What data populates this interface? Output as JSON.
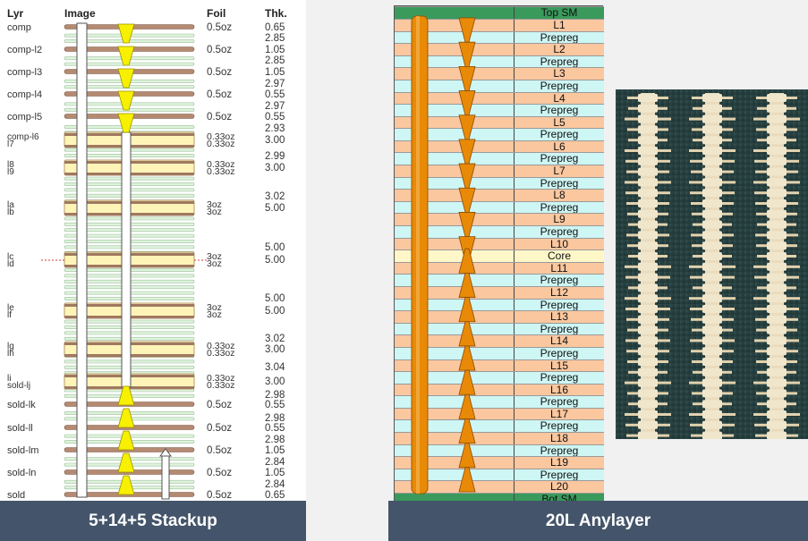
{
  "left_stackup": {
    "headers": {
      "layer": "Lyr",
      "image": "Image",
      "foil": "Foil",
      "thickness": "Thk."
    },
    "layer_rows": [
      {
        "names": [
          "comp"
        ],
        "foil": [
          "0.5oz"
        ],
        "thk": "0.65"
      },
      {
        "names": [
          "comp-l2"
        ],
        "foil": [
          "0.5oz"
        ],
        "thk": "1.05"
      },
      {
        "names": [
          "comp-l3"
        ],
        "foil": [
          "0.5oz"
        ],
        "thk": "1.05"
      },
      {
        "names": [
          "comp-l4"
        ],
        "foil": [
          "0.5oz"
        ],
        "thk": "0.55"
      },
      {
        "names": [
          "comp-l5"
        ],
        "foil": [
          "0.5oz"
        ],
        "thk": "0.55"
      },
      {
        "names": [
          "comp-l6",
          "l7"
        ],
        "foil": [
          "0.33oz",
          "0.33oz"
        ],
        "thk": "3.00"
      },
      {
        "names": [
          "l8",
          "l9"
        ],
        "foil": [
          "0.33oz",
          "0.33oz"
        ],
        "thk": "3.00"
      },
      {
        "names": [
          "la",
          "lb"
        ],
        "foil": [
          "3oz",
          "3oz"
        ],
        "thk": "5.00"
      },
      {
        "names": [
          "lc",
          "ld"
        ],
        "foil": [
          "3oz",
          "3oz"
        ],
        "thk": "5.00"
      },
      {
        "names": [
          "le",
          "lf"
        ],
        "foil": [
          "3oz",
          "3oz"
        ],
        "thk": "5.00"
      },
      {
        "names": [
          "lg",
          "lh"
        ],
        "foil": [
          "0.33oz",
          "0.33oz"
        ],
        "thk": "3.00"
      },
      {
        "names": [
          "li",
          "sold-lj"
        ],
        "foil": [
          "0.33oz",
          "0.33oz"
        ],
        "thk": "3.00"
      },
      {
        "names": [
          "sold-lk"
        ],
        "foil": [
          "0.5oz"
        ],
        "thk": "0.55"
      },
      {
        "names": [
          "sold-ll"
        ],
        "foil": [
          "0.5oz"
        ],
        "thk": "0.55"
      },
      {
        "names": [
          "sold-lm"
        ],
        "foil": [
          "0.5oz"
        ],
        "thk": "1.05"
      },
      {
        "names": [
          "sold-ln"
        ],
        "foil": [
          "0.5oz"
        ],
        "thk": "1.05"
      },
      {
        "names": [
          "sold"
        ],
        "foil": [
          "0.5oz"
        ],
        "thk": "0.65"
      }
    ],
    "dielectric_thk": [
      "2.85",
      "2.85",
      "2.97",
      "2.97",
      "2.93",
      "2.99",
      "3.02",
      "5.00",
      "5.00",
      "3.02",
      "3.04",
      "2.98",
      "2.98",
      "2.98",
      "2.84",
      "2.84"
    ],
    "caption": "5+14+5 Stackup"
  },
  "right_stackup": {
    "layers": [
      "Top SM",
      "L1",
      "Prepreg",
      "L2",
      "Prepreg",
      "L3",
      "Prepreg",
      "L4",
      "Prepreg",
      "L5",
      "Prepreg",
      "L6",
      "Prepreg",
      "L7",
      "Prepreg",
      "L8",
      "Prepreg",
      "L9",
      "Prepreg",
      "L10",
      "Core",
      "L11",
      "Prepreg",
      "L12",
      "Prepreg",
      "L13",
      "Prepreg",
      "L14",
      "Prepreg",
      "L15",
      "Prepreg",
      "L16",
      "Prepreg",
      "L17",
      "Prepreg",
      "L18",
      "Prepreg",
      "L19",
      "Prepreg",
      "L20",
      "Bot SM"
    ],
    "caption": "20L Anylayer",
    "colors": {
      "solder_mask": "#3a9a5c",
      "copper": "#fbc79f",
      "prepreg": "#cdf6f4",
      "core": "#fff7c8",
      "via": "#e88a08"
    }
  }
}
